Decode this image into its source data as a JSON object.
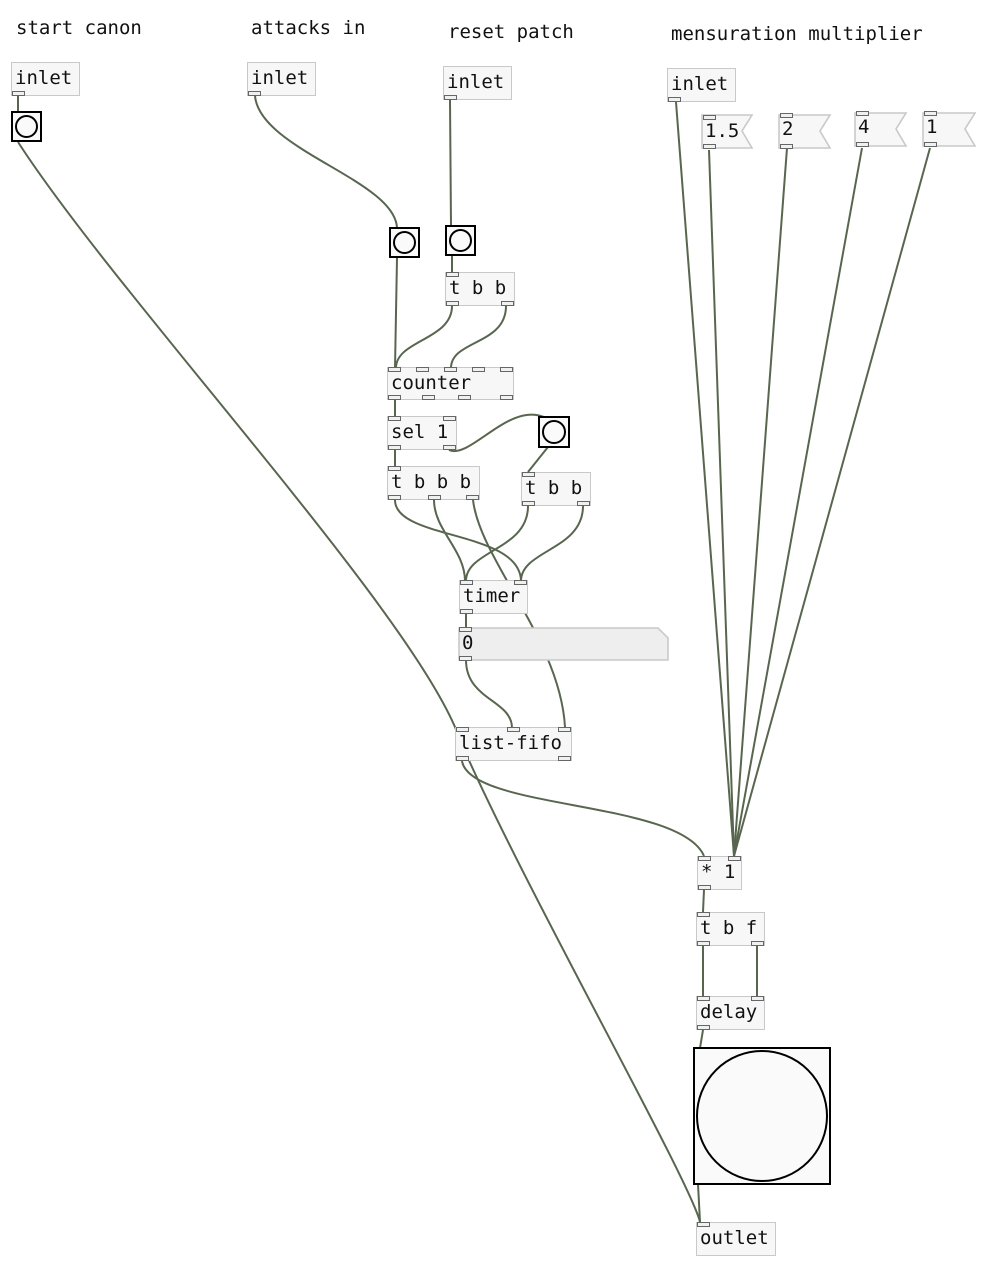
{
  "comments": {
    "start_canon": "start canon",
    "attacks_in": "attacks in",
    "reset_patch": "reset patch",
    "mensuration_multiplier": "mensuration multiplier"
  },
  "objects": {
    "inlet_start": "inlet",
    "inlet_attacks": "inlet",
    "inlet_reset": "inlet",
    "inlet_mensuration": "inlet",
    "trigger_reset": "t b b",
    "counter": "counter",
    "sel": "sel 1",
    "trigger_bbb": "t b b b",
    "trigger_bb2": "t b b",
    "timer": "timer",
    "list_fifo": "list-fifo",
    "multiply": "* 1",
    "trigger_bf": "t b f",
    "delay": "delay",
    "outlet": "outlet"
  },
  "messages": {
    "msg_1_5": "1.5",
    "msg_2": "2",
    "msg_4": "4",
    "msg_1": "1"
  },
  "number_box": {
    "value": "0"
  },
  "colors": {
    "wire": "#58664f",
    "box_border": "#c9c9c9",
    "box_fill": "#f7f7f7"
  }
}
